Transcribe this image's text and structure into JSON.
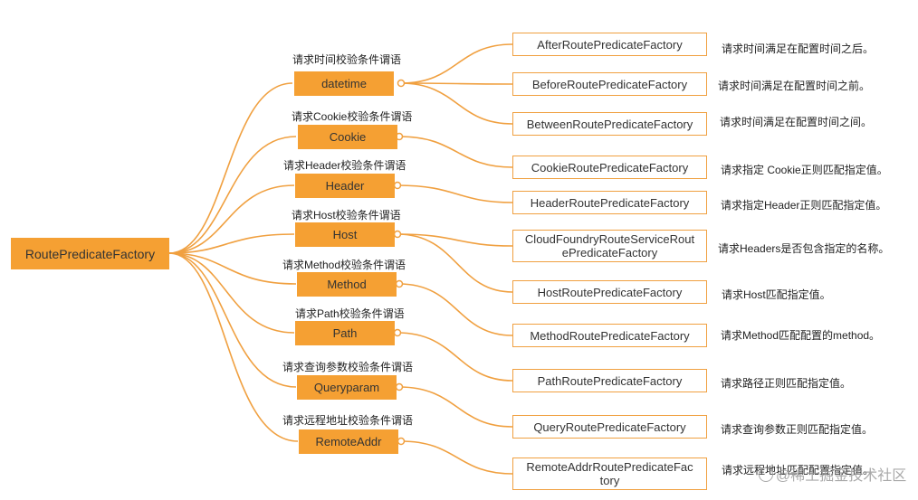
{
  "root": {
    "label": "RoutePredicateFactory"
  },
  "groups": [
    {
      "name": "datetime",
      "caption": "请求时间校验条件谓语"
    },
    {
      "name": "Cookie",
      "caption": "请求Cookie校验条件谓语"
    },
    {
      "name": "Header",
      "caption": "请求Header校验条件谓语"
    },
    {
      "name": "Host",
      "caption": "请求Host校验条件谓语"
    },
    {
      "name": "Method",
      "caption": "请求Method校验条件谓语"
    },
    {
      "name": "Path",
      "caption": "请求Path校验条件谓语"
    },
    {
      "name": "Queryparam",
      "caption": "请求查询参数校验条件谓语"
    },
    {
      "name": "RemoteAddr",
      "caption": "请求远程地址校验条件谓语"
    }
  ],
  "factories": [
    {
      "name": "AfterRoutePredicateFactory",
      "desc": "请求时间满足在配置时间之后。"
    },
    {
      "name": "BeforeRoutePredicateFactory",
      "desc": "请求时间满足在配置时间之前。"
    },
    {
      "name": "BetweenRoutePredicateFactory",
      "desc": "请求时间满足在配置时间之间。"
    },
    {
      "name": "CookieRoutePredicateFactory",
      "desc": "请求指定 Cookie正则匹配指定值。"
    },
    {
      "name": "HeaderRoutePredicateFactory",
      "desc": "请求指定Header正则匹配指定值。"
    },
    {
      "name": "CloudFoundryRouteServiceRoutePredicateFactory",
      "name_line1": "CloudFoundryRouteServiceRout",
      "name_line2": "ePredicateFactory",
      "desc": "请求Headers是否包含指定的名称。"
    },
    {
      "name": "HostRoutePredicateFactory",
      "desc": "请求Host匹配指定值。"
    },
    {
      "name": "MethodRoutePredicateFactory",
      "desc": "请求Method匹配配置的method。"
    },
    {
      "name": "PathRoutePredicateFactory",
      "desc": "请求路径正则匹配指定值。"
    },
    {
      "name": "QueryRoutePredicateFactory",
      "desc": "请求查询参数正则匹配指定值。"
    },
    {
      "name": "RemoteAddrRoutePredicateFactory",
      "name_line1": "RemoteAddrRoutePredicateFac",
      "name_line2": "tory",
      "desc": "请求远程地址匹配配置指定值。"
    }
  ],
  "watermark": {
    "text": "@稀土掘金技术社区"
  },
  "colors": {
    "accent": "#f5a033",
    "line": "#f0a040"
  }
}
